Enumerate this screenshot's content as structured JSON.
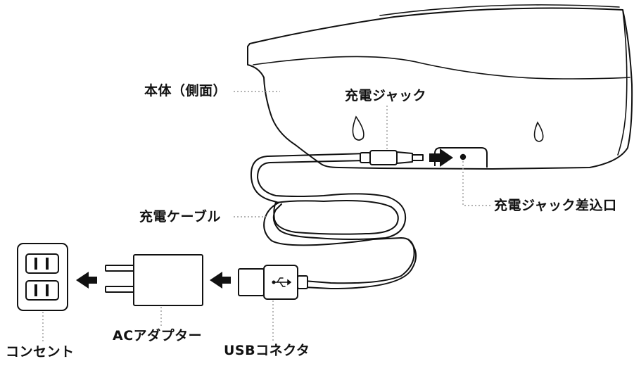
{
  "labels": {
    "body_side": "本体（側面）",
    "charging_jack": "充電ジャック",
    "charging_jack_inlet": "充電ジャック差込口",
    "charging_cable": "充電ケーブル",
    "ac_adapter": "ACアダプター",
    "outlet": "コンセント",
    "usb_connector": "USBコネクタ"
  },
  "colors": {
    "line": "#111111",
    "leader": "#9a9a9a",
    "fill": "#ffffff"
  }
}
